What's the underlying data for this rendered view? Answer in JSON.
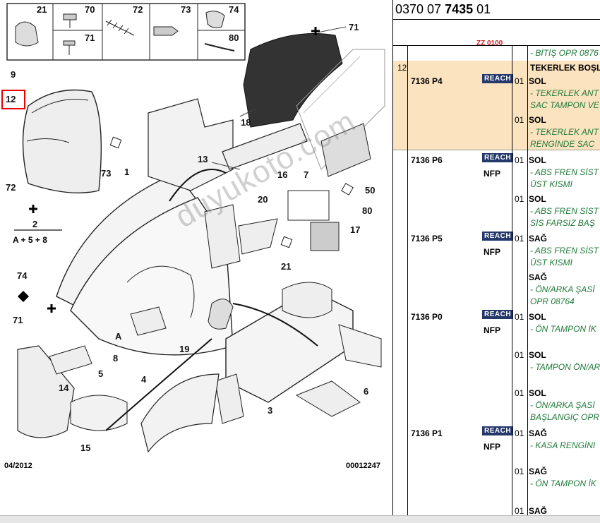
{
  "diagram": {
    "legend_numbers": [
      "21",
      "70",
      "71",
      "72",
      "73",
      "74",
      "80"
    ],
    "callouts": [
      "9",
      "12",
      "72",
      "2",
      "74",
      "71",
      "73",
      "1",
      "13",
      "18",
      "71",
      "7",
      "16",
      "50",
      "80",
      "20",
      "17",
      "21",
      "8",
      "19",
      "A",
      "5",
      "14",
      "15",
      "4",
      "3",
      "6"
    ],
    "formula": "A + 5 + 8",
    "date": "04/2012",
    "code": "00012247",
    "watermark": "duyukoto.com"
  },
  "panel": {
    "header_prefix": "0370 07 ",
    "header_bold": "7435",
    "header_suffix": " 01",
    "row0": {
      "col1": "",
      "red": "ZZ 0100",
      "desc": "- BİTİŞ OPR 0876"
    },
    "rows": [
      {
        "level": "12",
        "ref": "7136 P4",
        "badge": "REACH",
        "nfp": "",
        "title": "TEKERLEK BOŞL",
        "entries": [
          {
            "qty": "01",
            "side": "SOL",
            "lines": [
              "- TEKERLEK ANT",
              "SAC TAMPON VE"
            ]
          },
          {
            "qty": "01",
            "side": "SOL",
            "lines": [
              "- TEKERLEK ANT",
              "RENGİNDE SAC"
            ]
          }
        ]
      },
      {
        "level": "",
        "ref": "7136 P6",
        "badge": "REACH",
        "nfp": "NFP",
        "entries": [
          {
            "qty": "01",
            "side": "SOL",
            "lines": [
              "- ABS FREN SİST",
              "ÜST KISMI"
            ]
          },
          {
            "qty": "01",
            "side": "SOL",
            "lines": [
              "- ABS FREN SİST",
              "SİS FARSIZ BAŞ"
            ]
          }
        ]
      },
      {
        "level": "",
        "ref": "7136 P5",
        "badge": "REACH",
        "nfp": "NFP",
        "entries": [
          {
            "qty": "01",
            "side": "SAĞ",
            "lines": [
              "- ABS FREN SİST",
              "ÜST KISMI"
            ]
          },
          {
            "qty": "",
            "side": "SAĞ",
            "lines": [
              "- ÖN/ARKA ŞASİ",
              "OPR 08764"
            ]
          }
        ]
      },
      {
        "level": "",
        "ref": "7136 P0",
        "badge": "REACH",
        "nfp": "NFP",
        "entries": [
          {
            "qty": "01",
            "side": "SOL",
            "lines": [
              "- ÖN TAMPON İK"
            ]
          },
          {
            "qty": "01",
            "side": "SOL",
            "lines": [
              "- TAMPON ÖN/AR"
            ]
          },
          {
            "qty": "01",
            "side": "SOL",
            "lines": [
              "- ÖN/ARKA ŞASİ",
              "BAŞLANGIÇ OPR"
            ]
          }
        ]
      },
      {
        "level": "",
        "ref": "7136 P1",
        "badge": "REACH",
        "nfp": "NFP",
        "entries": [
          {
            "qty": "01",
            "side": "SAĞ",
            "lines": [
              "- KASA RENGİNI"
            ]
          },
          {
            "qty": "01",
            "side": "SAĞ",
            "lines": [
              "- ÖN TAMPON İK"
            ]
          },
          {
            "qty": "01",
            "side": "SAĞ",
            "lines": []
          }
        ]
      }
    ]
  }
}
